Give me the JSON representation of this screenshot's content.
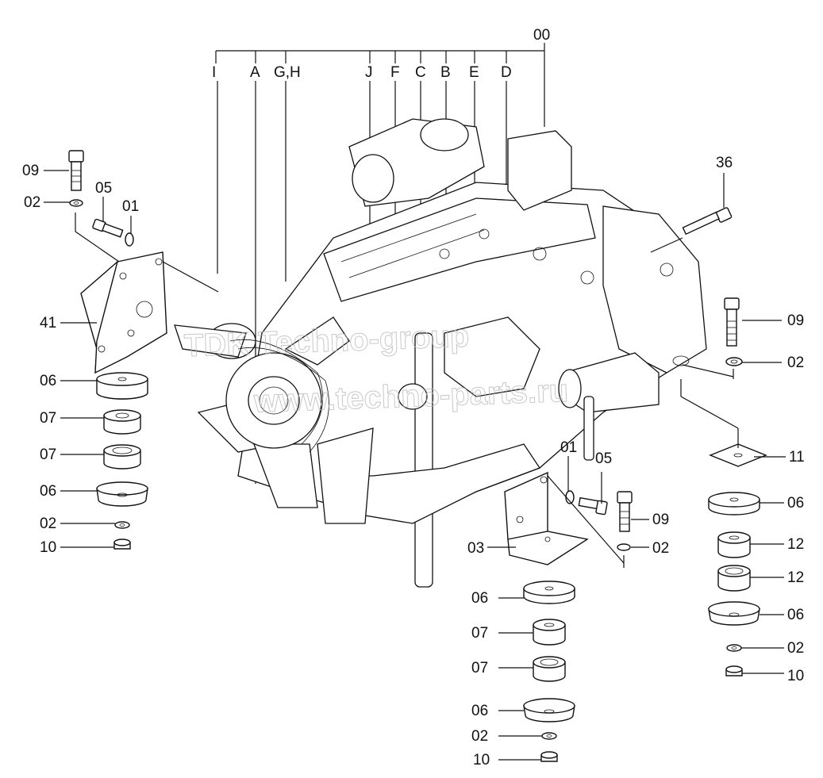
{
  "engine": {
    "top_label": "00",
    "callouts": [
      "I",
      "A",
      "G,H",
      "J",
      "F",
      "C",
      "B",
      "E",
      "D"
    ]
  },
  "parts": {
    "p09": "09",
    "p05": "05",
    "p01": "01",
    "p02": "02",
    "p41": "41",
    "p06": "06",
    "p07": "07",
    "p10": "10",
    "p03": "03",
    "p36": "36",
    "p11": "11",
    "p12": "12"
  },
  "watermark": {
    "line1": "TDK Techno-group",
    "line2": "www.techno-parts.ru"
  }
}
